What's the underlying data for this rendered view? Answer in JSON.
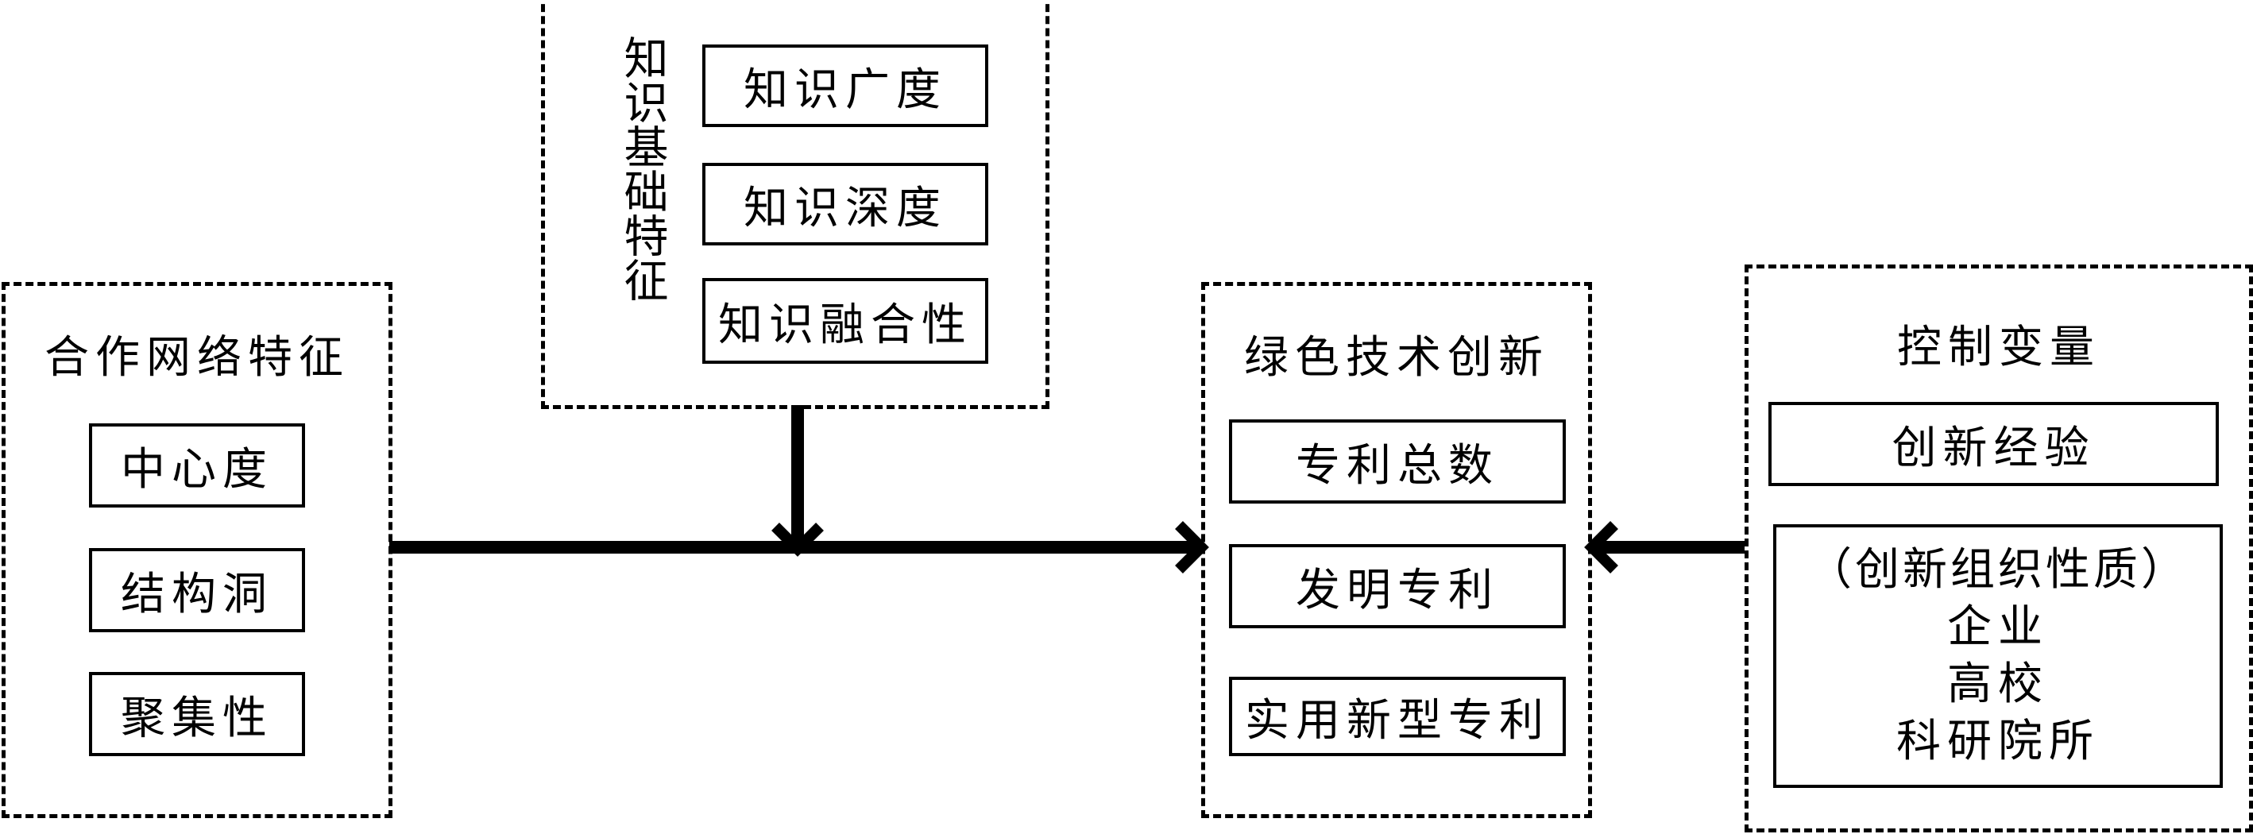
{
  "groups": {
    "network": {
      "title": "合作网络特征",
      "items": [
        "中心度",
        "结构洞",
        "聚集性"
      ]
    },
    "knowledge": {
      "title": "知识基础特征",
      "items": [
        "知识广度",
        "知识深度",
        "知识融合性"
      ]
    },
    "green": {
      "title": "绿色技术创新",
      "items": [
        "专利总数",
        "发明专利",
        "实用新型专利"
      ]
    },
    "control": {
      "title": "控制变量",
      "items": [
        "创新经验"
      ],
      "org_nature": {
        "heading": "（创新组织性质）",
        "types": [
          "企业",
          "高校",
          "科研院所"
        ]
      }
    }
  }
}
